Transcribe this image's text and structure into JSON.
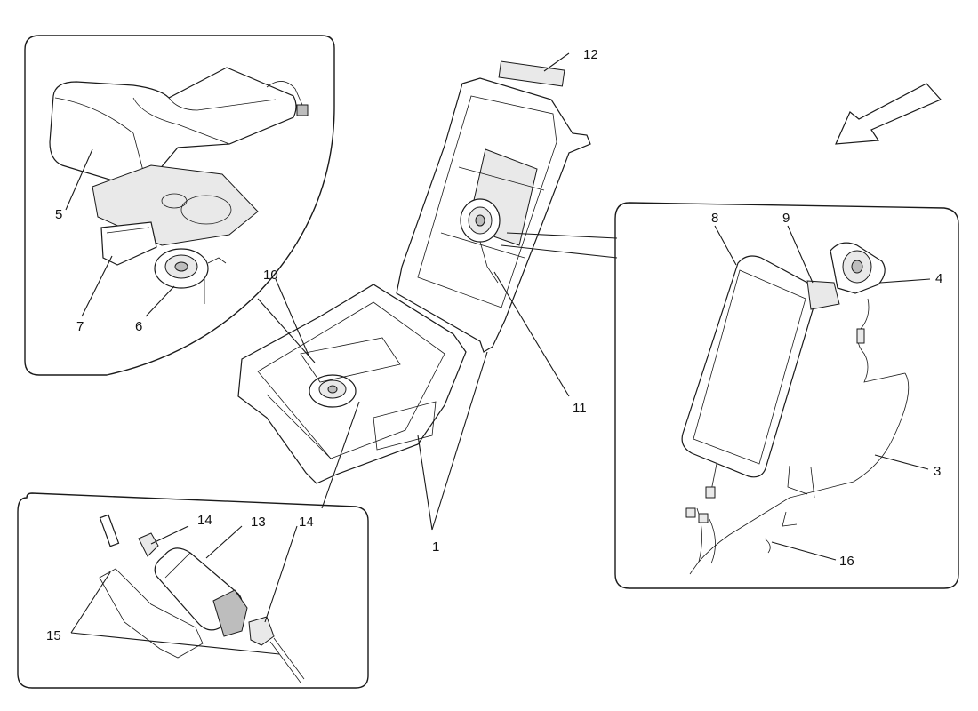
{
  "callouts": {
    "c1": "1",
    "c3": "3",
    "c4": "4",
    "c5": "5",
    "c6": "6",
    "c7": "7",
    "c8": "8",
    "c9": "9",
    "c10": "10",
    "c11": "11",
    "c12": "12",
    "c13": "13",
    "c14a": "14",
    "c14b": "14",
    "c15": "15",
    "c16": "16"
  }
}
